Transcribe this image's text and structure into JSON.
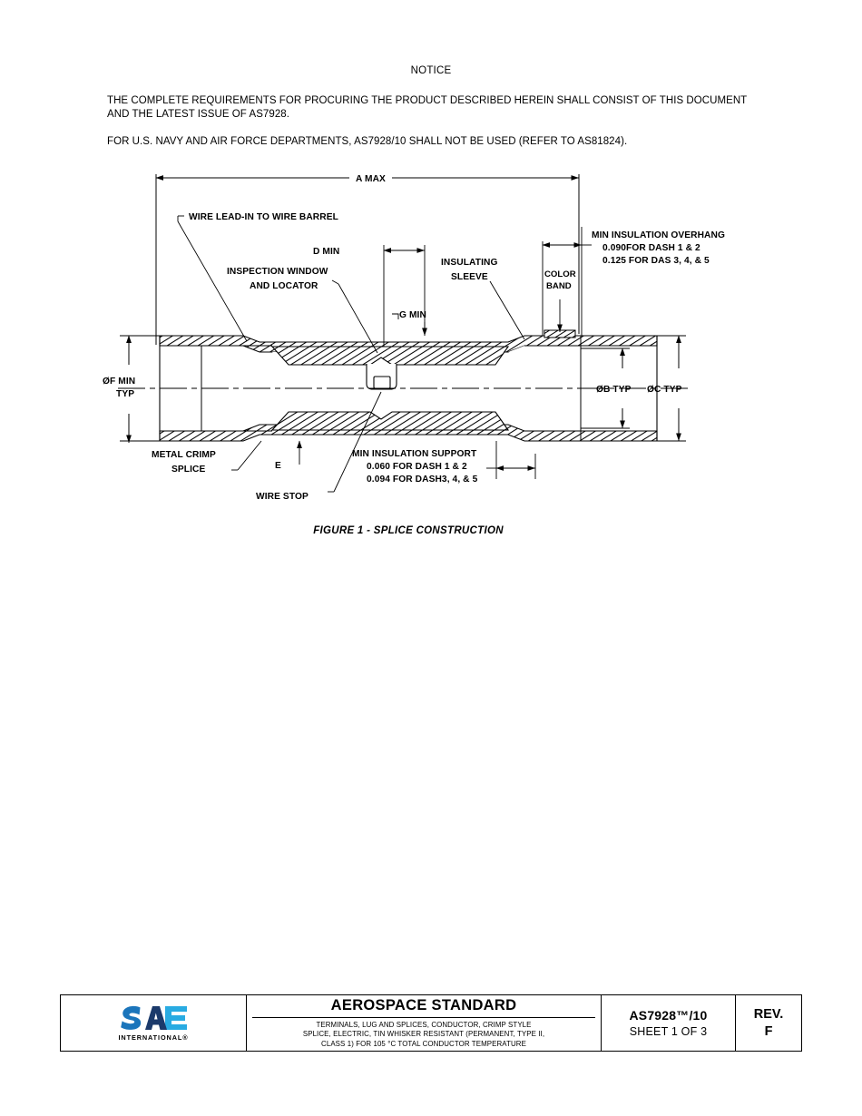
{
  "notice": {
    "heading": "NOTICE",
    "paragraphs": [
      "THE COMPLETE REQUIREMENTS FOR PROCURING THE PRODUCT DESCRIBED HEREIN SHALL CONSIST OF THIS DOCUMENT AND THE LATEST ISSUE OF AS7928.",
      "FOR U.S. NAVY AND AIR FORCE DEPARTMENTS, AS7928/10 SHALL NOT BE USED (REFER TO AS81824)."
    ]
  },
  "figure": {
    "caption": "FIGURE 1 - SPLICE CONSTRUCTION",
    "labels": {
      "a_max": "A MAX",
      "wire_lead_in": "WIRE LEAD-IN TO WIRE BARREL",
      "d_min": "D MIN",
      "inspection_window_1": "INSPECTION WINDOW",
      "inspection_window_2": "AND LOCATOR",
      "g_min": "G MIN",
      "insulating_sleeve_1": "INSULATING",
      "insulating_sleeve_2": "SLEEVE",
      "color_band_1": "COLOR",
      "color_band_2": "BAND",
      "overhang_1": "MIN INSULATION OVERHANG",
      "overhang_2": "0.090FOR DASH 1 & 2",
      "overhang_3": "0.125 FOR DAS 3, 4, & 5",
      "f_min_1": "ØF MIN",
      "f_min_2": "TYP",
      "b_typ": "ØB TYP",
      "c_typ": "ØC TYP",
      "metal_crimp_1": "METAL CRIMP",
      "metal_crimp_2": "SPLICE",
      "e_dim": "E",
      "wire_stop": "WIRE STOP",
      "support_1": "MIN INSULATION SUPPORT",
      "support_2": "0.060 FOR DASH 1 & 2",
      "support_3": "0.094 FOR DASH3, 4, & 5"
    }
  },
  "title_block": {
    "logo": {
      "mark_letters": "SAE",
      "subtitle": "INTERNATIONAL®",
      "color_s": "#1b75bb",
      "color_a": "#1b3a6b",
      "color_e": "#29abe2"
    },
    "standard_title": "AEROSPACE STANDARD",
    "subtitle_lines": [
      "TERMINALS, LUG AND SPLICES, CONDUCTOR, CRIMP STYLE",
      "SPLICE, ELECTRIC, TIN WHISKER RESISTANT (PERMANENT, TYPE II,",
      "CLASS 1) FOR 105 °C TOTAL CONDUCTOR TEMPERATURE"
    ],
    "document_number": "AS7928™/10",
    "sheet": "SHEET 1 OF 3",
    "rev_label": "REV.",
    "rev_value": "F"
  }
}
